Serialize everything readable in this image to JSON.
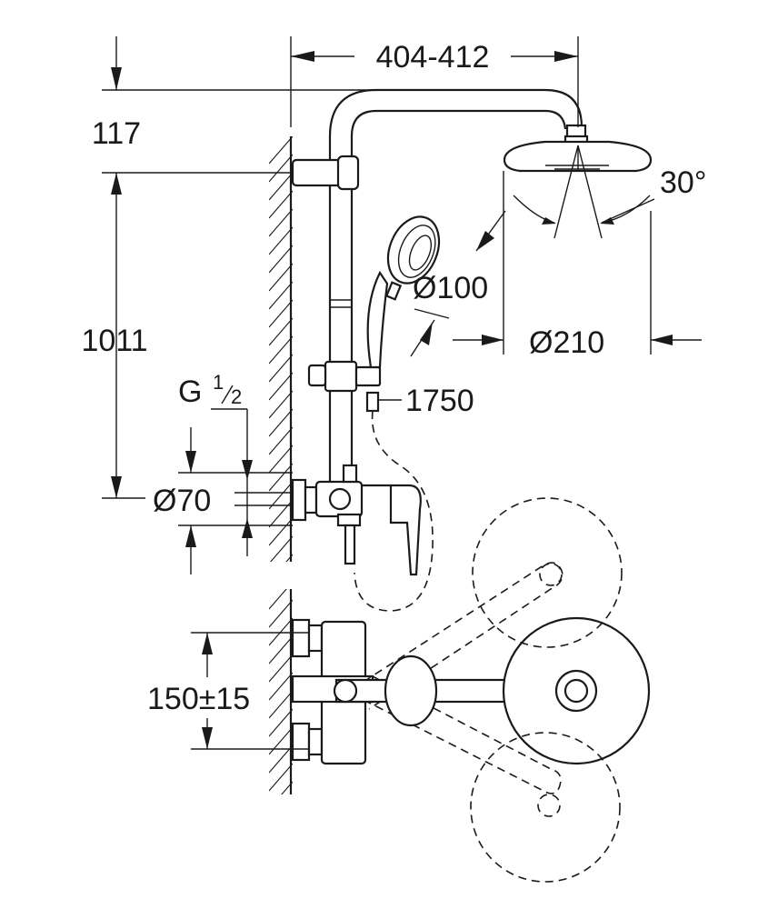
{
  "dimensions": {
    "width_range": "404-412",
    "top_offset": "117",
    "height": "1011",
    "thread": "G",
    "thread_num": "1",
    "thread_den": "2",
    "rosette_diameter": "Ø70",
    "spray_angle": "30°",
    "hand_shower_diameter": "Ø100",
    "head_shower_diameter": "Ø210",
    "hose_length": "1750",
    "center_distance": "150±15"
  }
}
